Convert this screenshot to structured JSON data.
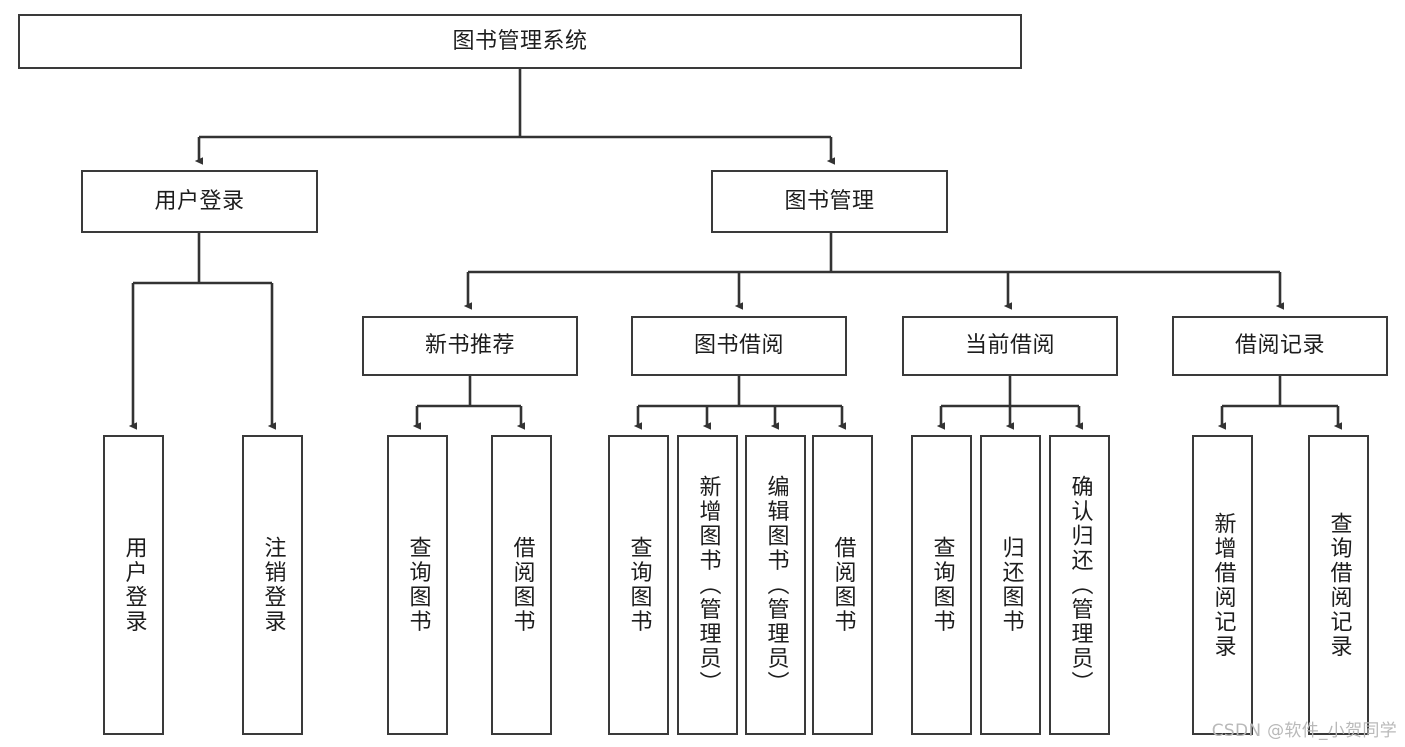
{
  "diagram": {
    "title": "图书管理系统",
    "type": "hierarchy-tree",
    "watermark": "CSDN @软件_小贺同学",
    "colors": {
      "box_border": "#3a3a3a",
      "box_fill": "#ffffff",
      "connector": "#333333",
      "text": "#1d1d1d",
      "watermark": "#b9b9b9",
      "background": "#ffffff"
    },
    "nodes": {
      "root": {
        "label": "图书管理系统",
        "level": 1
      },
      "l2": [
        {
          "id": "user-login",
          "label": "用户登录",
          "level": 2
        },
        {
          "id": "book-manage",
          "label": "图书管理",
          "level": 2
        }
      ],
      "l3": [
        {
          "id": "new-book-recommend",
          "label": "新书推荐",
          "level": 3
        },
        {
          "id": "book-borrow",
          "label": "图书借阅",
          "level": 3
        },
        {
          "id": "current-borrow",
          "label": "当前借阅",
          "level": 3
        },
        {
          "id": "borrow-record",
          "label": "借阅记录",
          "level": 3
        }
      ],
      "leaves": [
        {
          "id": "leaf-user-login",
          "label": "用户登录",
          "parent": "user-login"
        },
        {
          "id": "leaf-logout",
          "label": "注销登录",
          "parent": "user-login"
        },
        {
          "id": "leaf-query-book-1",
          "label": "查询图书",
          "parent": "new-book-recommend"
        },
        {
          "id": "leaf-borrow-book-1",
          "label": "借阅图书",
          "parent": "new-book-recommend"
        },
        {
          "id": "leaf-query-book-2",
          "label": "查询图书",
          "parent": "book-borrow"
        },
        {
          "id": "leaf-add-book",
          "label": "新增图书（管理员）",
          "parent": "book-borrow"
        },
        {
          "id": "leaf-edit-book",
          "label": "编辑图书（管理员）",
          "parent": "book-borrow"
        },
        {
          "id": "leaf-borrow-book-2",
          "label": "借阅图书",
          "parent": "book-borrow"
        },
        {
          "id": "leaf-query-book-3",
          "label": "查询图书",
          "parent": "current-borrow"
        },
        {
          "id": "leaf-return-book",
          "label": "归还图书",
          "parent": "current-borrow"
        },
        {
          "id": "leaf-confirm-return",
          "label": "确认归还（管理员）",
          "parent": "current-borrow"
        },
        {
          "id": "leaf-add-record",
          "label": "新增借阅记录",
          "parent": "borrow-record"
        },
        {
          "id": "leaf-query-record",
          "label": "查询借阅记录",
          "parent": "borrow-record"
        }
      ]
    }
  }
}
